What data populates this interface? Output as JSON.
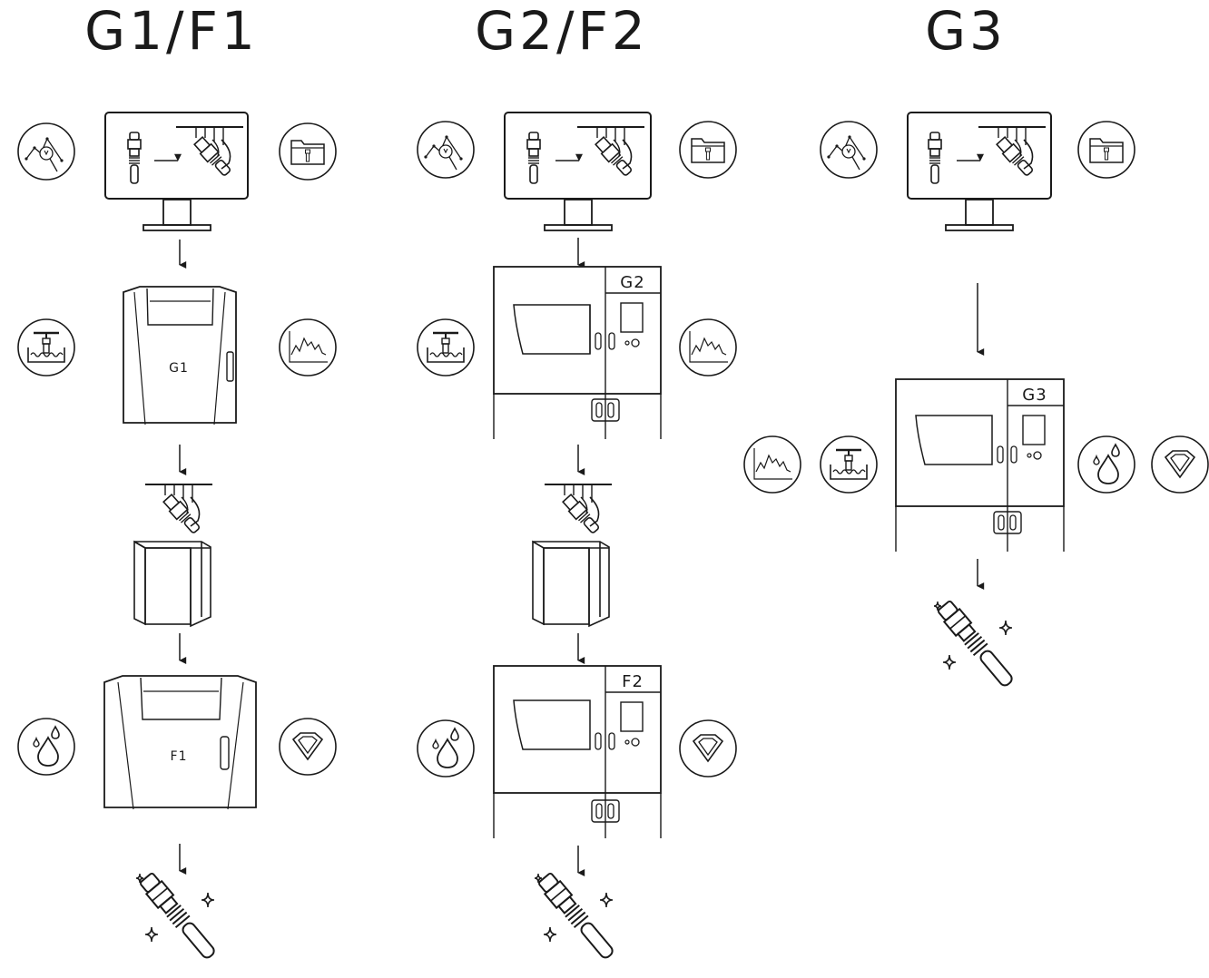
{
  "columns": [
    {
      "title": "G1/F1",
      "units": [
        {
          "kind": "printer",
          "label": "G1"
        },
        {
          "kind": "finisher",
          "label": "F1"
        }
      ]
    },
    {
      "title": "G2/F2",
      "units": [
        {
          "kind": "cabinet",
          "label": "G2"
        },
        {
          "kind": "cabinet",
          "label": "F2"
        }
      ]
    },
    {
      "title": "G3",
      "units": [
        {
          "kind": "cabinet",
          "label": "G3"
        }
      ]
    }
  ],
  "icons": {
    "design": "design-network-icon",
    "file": "file-folder-icon",
    "print": "print-bath-icon",
    "analysis": "signal-chart-icon",
    "wash": "water-drops-icon",
    "polish": "diamond-gem-icon",
    "part": "sparkling-part-icon",
    "transfer": "build-platform-icon",
    "tank": "rinse-tank-icon"
  },
  "colors": {
    "line": "#1a1a1a",
    "background": "#ffffff"
  }
}
